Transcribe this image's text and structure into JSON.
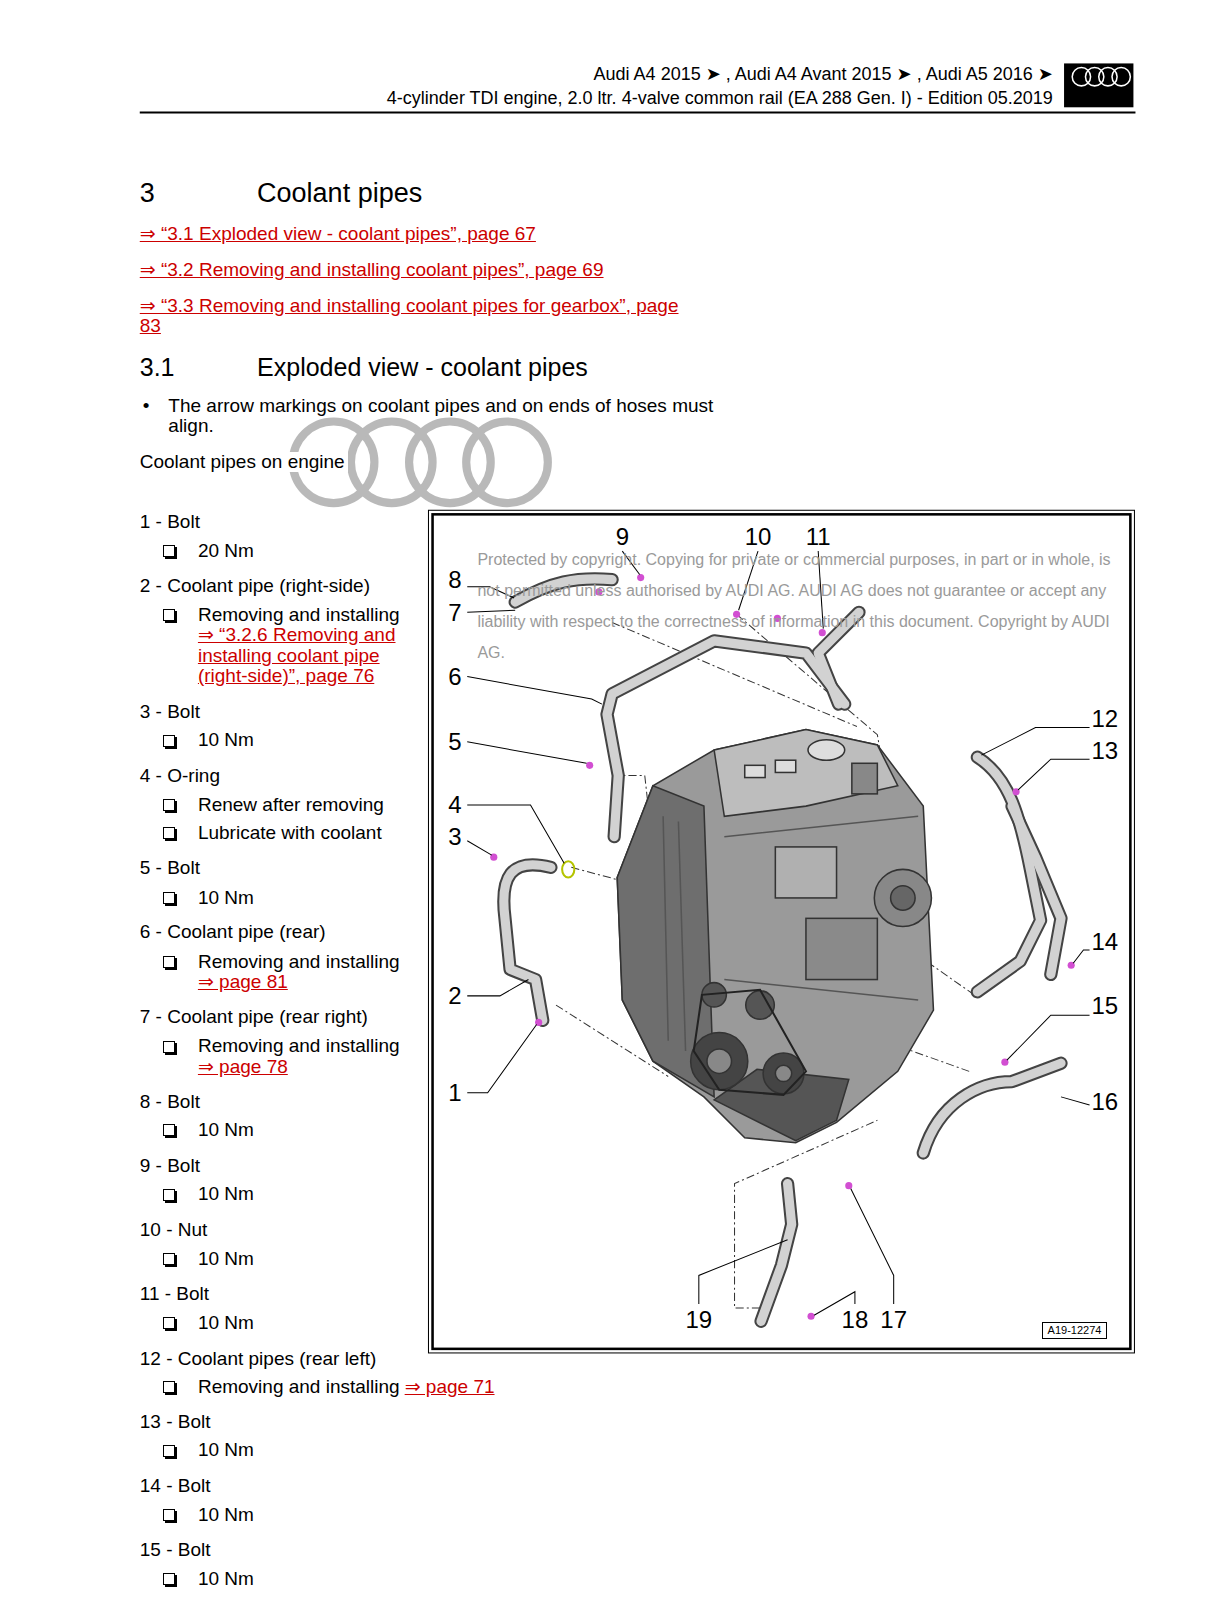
{
  "diagram": {
    "title": "Coolant pipes",
    "nodes": [
      {
        "text": [
          "A19-12274"
        ]
      }
    ],
    "labels": [
      "Audi A4 2015 ➤ , Audi A4 Avant 2015 ➤ , Audi A5 2016 ➤",
      "4-cylinder TDI engine, 2.0 ltr. 4-valve common rail (EA 288 Gen. I) - Edition 05.2019",
      "3",
      "⇒ “3.1 Exploded view - coolant pipes”, page 67",
      "⇒ “3.2 Removing and installing coolant pipes”, page 69",
      "⇒ “3.3 Removing and installing coolant pipes for gearbox”, page 83",
      "3.1",
      "Exploded view - coolant pipes",
      "•",
      "The arrow markings on coolant pipes and on ends of hoses must align.",
      "Coolant pipes on engine",
      "1 - Bolt",
      "20 Nm",
      "2 - Coolant pipe (right-side)",
      "Removing and installing",
      "⇒ “3.2.6 Removing and installing coolant pipe (right-side)”, page 76",
      "3 - Bolt",
      "10 Nm",
      "4 - O-ring",
      "Renew after removing",
      "Lubricate with coolant",
      "5 - Bolt",
      "10 Nm",
      "6 - Coolant pipe (rear)",
      "Removing and installing",
      "⇒ page 81",
      "7 - Coolant pipe (rear right)",
      "Removing and installing",
      "⇒ page 78",
      "8 - Bolt",
      "10 Nm",
      "9 - Bolt",
      "10 Nm",
      "10 - Nut",
      "10 Nm",
      "11 - Bolt",
      "10 Nm",
      "12 - Coolant pipes (rear left)",
      "Removing and installing",
      "⇒ page 71",
      "13 - Bolt",
      "10 Nm",
      "14 - Bolt",
      "10 Nm",
      "15 - Bolt",
      "10 Nm",
      "9",
      "10",
      "11",
      "8",
      "7",
      "6",
      "12",
      "13",
      "5",
      "4",
      "3",
      "14",
      "2",
      "15",
      "1",
      "16",
      "19",
      "18",
      "17",
      "Protected by copyright. Copying for private or commercial purposes, in part or in whole, is not permitted unless authorised by AUDI AG. AUDI AG does not guarantee or accept any liability with respect to the correctness of information in this document. Copyright by AUDI AG."
    ]
  }
}
